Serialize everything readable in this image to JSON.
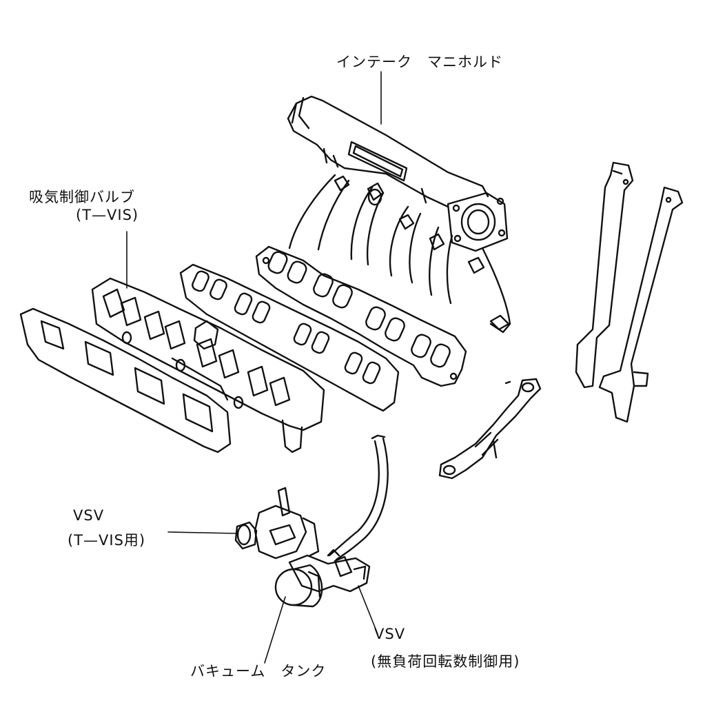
{
  "labels": {
    "intake_manifold": "インテーク　マニホルド",
    "tvis_valve_line1": "吸気制御バルブ",
    "tvis_valve_line2": "(T—VIS)",
    "vsv_tvis_line1": "VSV",
    "vsv_tvis_line2": "(T—VIS用)",
    "vsv_idle_line1": "VSV",
    "vsv_idle_line2": "(無負荷回転数制御用)",
    "vacuum_tank": "バキューム　タンク"
  }
}
